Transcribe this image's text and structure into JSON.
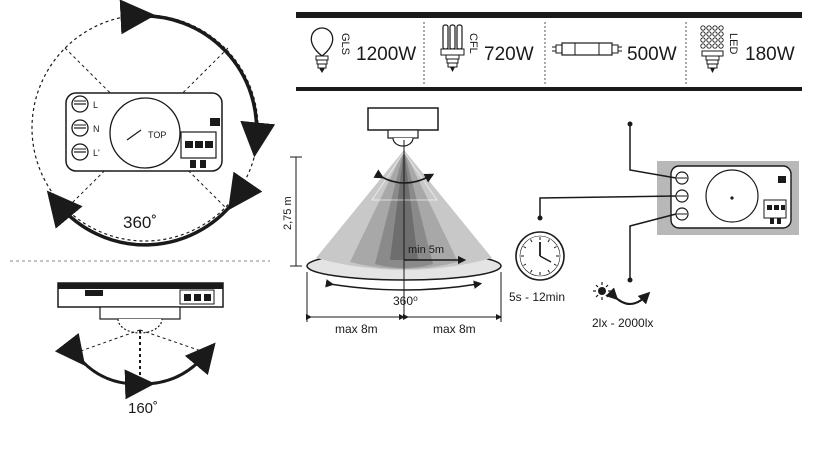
{
  "lamps": [
    {
      "type": "GLS",
      "power": "1200W",
      "icon": "bulb-icon"
    },
    {
      "type": "CFL",
      "power": "720W",
      "icon": "cfl-icon"
    },
    {
      "type": "",
      "power": "500W",
      "icon": "fluorescent-tube-icon"
    },
    {
      "type": "LED",
      "power": "180W",
      "icon": "led-icon"
    }
  ],
  "top_view": {
    "angle_label": "360˚",
    "top_label": "TOP"
  },
  "side_view": {
    "angle_label": "160˚"
  },
  "coverage": {
    "height_label": "2,75 m",
    "inner_label": "min 5m",
    "angle_label": "360⁰",
    "left_range": "max 8m",
    "right_range": "max 8m"
  },
  "settings": {
    "time_label": "5s - 12min",
    "lux_label": "2lx - 2000lx"
  },
  "colors": {
    "ink": "#1a1a1a",
    "grey_panel": "#b8b8b8",
    "cone_light": "#c8c8c8",
    "cone_dark": "#8a8a8a"
  }
}
